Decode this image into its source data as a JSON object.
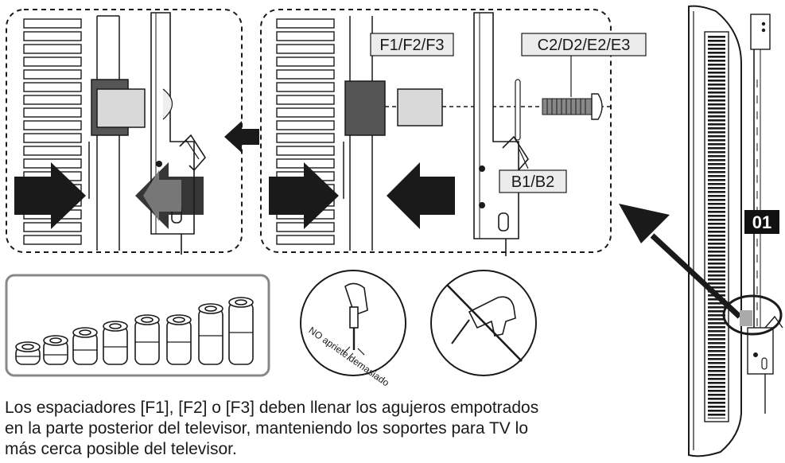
{
  "labels": {
    "spacers": "F1/F2/F3",
    "screws": "C2/D2/E2/E3",
    "bracket": "B1/B2",
    "step": "01"
  },
  "warning_text": "NO apriete demasiado",
  "caption_lines": [
    "Los espaciadores [F1], [F2] o [F3] deben llenar los agujeros empotrados",
    "en la parte posterior del televisor, manteniendo los soportes para TV lo",
    "más cerca posible del televisor."
  ],
  "icons": [
    "arrow-right-icon",
    "arrow-left-icon",
    "screwdriver-icon",
    "power-drill-icon",
    "prohibited-icon"
  ],
  "colors": {
    "ink": "#1a1a1a",
    "dark_block": "#555555",
    "light_block": "#d9d9d9",
    "step_badge": "#111111"
  }
}
